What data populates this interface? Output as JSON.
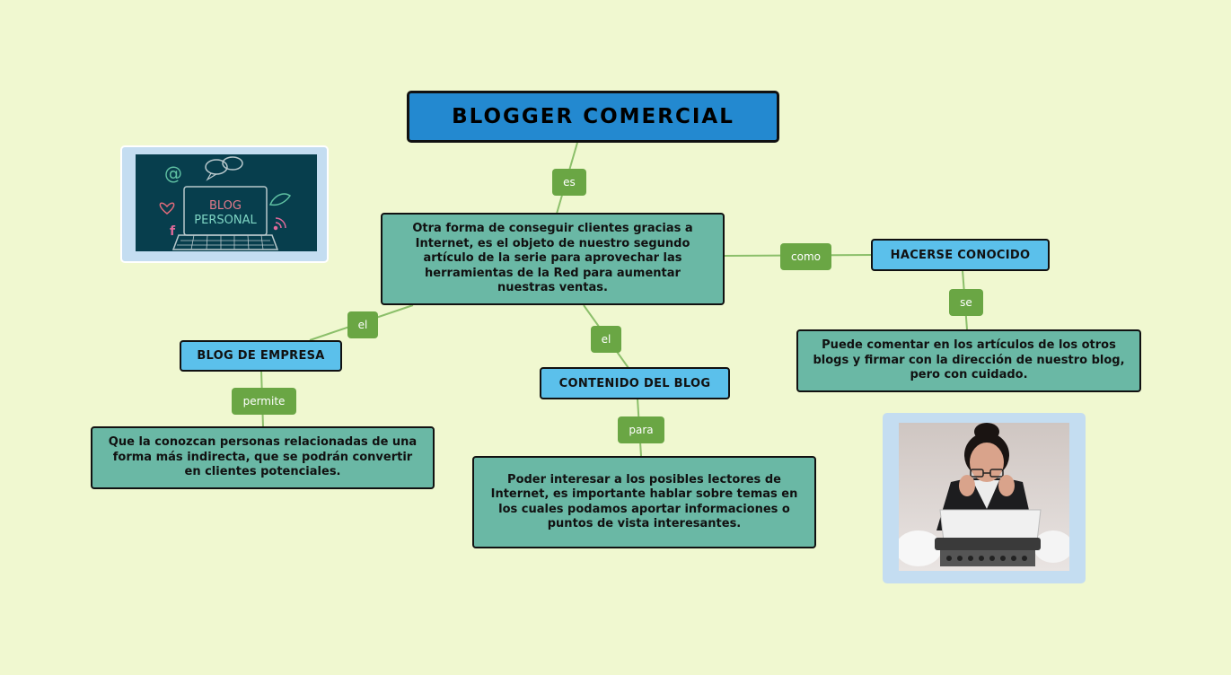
{
  "title": "BLOGGER COMERCIAL",
  "central": "Otra forma de conseguir clientes gracias a Internet, es el objeto de nuestro segundo artículo de la serie para aprovechar las herramientas de la Red para aumentar nuestras ventas.",
  "blog_empresa": {
    "label": "BLOG DE EMPRESA",
    "detail": "Que la conozcan personas relacionadas de una forma más indirecta, que se podrán convertir en clientes potenciales."
  },
  "contenido_blog": {
    "label": "CONTENIDO DEL BLOG",
    "detail": "Poder interesar a los posibles lectores de Internet, es importante hablar sobre temas en los cuales podamos aportar informaciones o puntos de vista interesantes."
  },
  "hacerse_conocido": {
    "label": "HACERSE CONOCIDO",
    "detail": "Puede comentar en los artículos de los otros blogs y firmar con la dirección de nuestro blog, pero con cuidado."
  },
  "links": {
    "es": "es",
    "el_left": "el",
    "el_center": "el",
    "como": "como",
    "se": "se",
    "permite": "permite",
    "para": "para"
  },
  "blog_image": {
    "line1": "BLOG",
    "line2": "PERSONAL"
  },
  "colors": {
    "background": "#f0f8d0",
    "title": "#2389d0",
    "concept": "#6ab8a5",
    "label_node": "#5bc0eb",
    "link_label": "#6aa644",
    "line": "#8bbf6a"
  }
}
